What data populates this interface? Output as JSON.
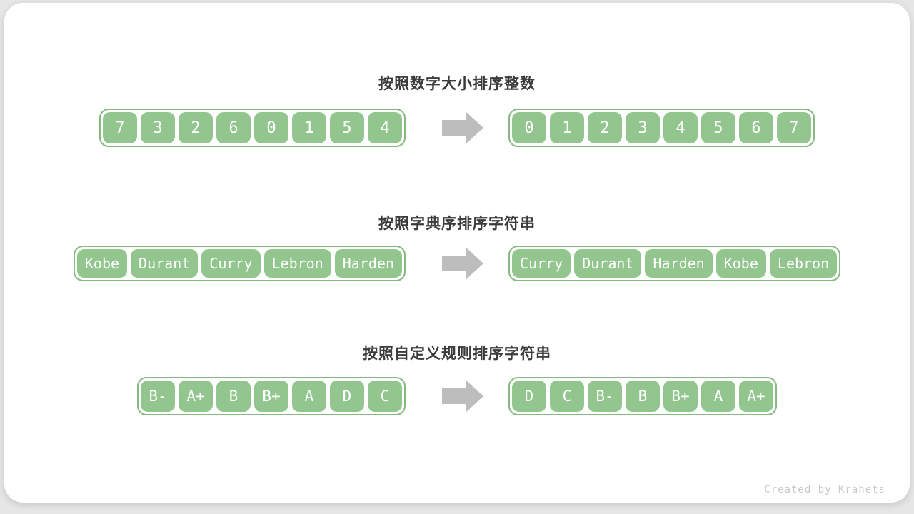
{
  "colors": {
    "page_bg": "#e6e6e6",
    "card_bg": "#ffffff",
    "title_text": "#3b3b3b",
    "box_fill": "#92c68e",
    "container_border": "#84ba7f",
    "box_text": "#ffffff",
    "arrow": "#bdbdbd",
    "watermark_text": "#c9c9c9"
  },
  "sections": [
    {
      "title": "按照数字大小排序整数",
      "input": [
        "7",
        "3",
        "2",
        "6",
        "0",
        "1",
        "5",
        "4"
      ],
      "output": [
        "0",
        "1",
        "2",
        "3",
        "4",
        "5",
        "6",
        "7"
      ]
    },
    {
      "title": "按照字典序排序字符串",
      "input": [
        "Kobe",
        "Durant",
        "Curry",
        "Lebron",
        "Harden"
      ],
      "output": [
        "Curry",
        "Durant",
        "Harden",
        "Kobe",
        "Lebron"
      ]
    },
    {
      "title": "按照自定义规则排序字符串",
      "input": [
        "B-",
        "A+",
        "B",
        "B+",
        "A",
        "D",
        "C"
      ],
      "output": [
        "D",
        "C",
        "B-",
        "B",
        "B+",
        "A",
        "A+"
      ]
    }
  ],
  "watermark": "Created by Krahets"
}
